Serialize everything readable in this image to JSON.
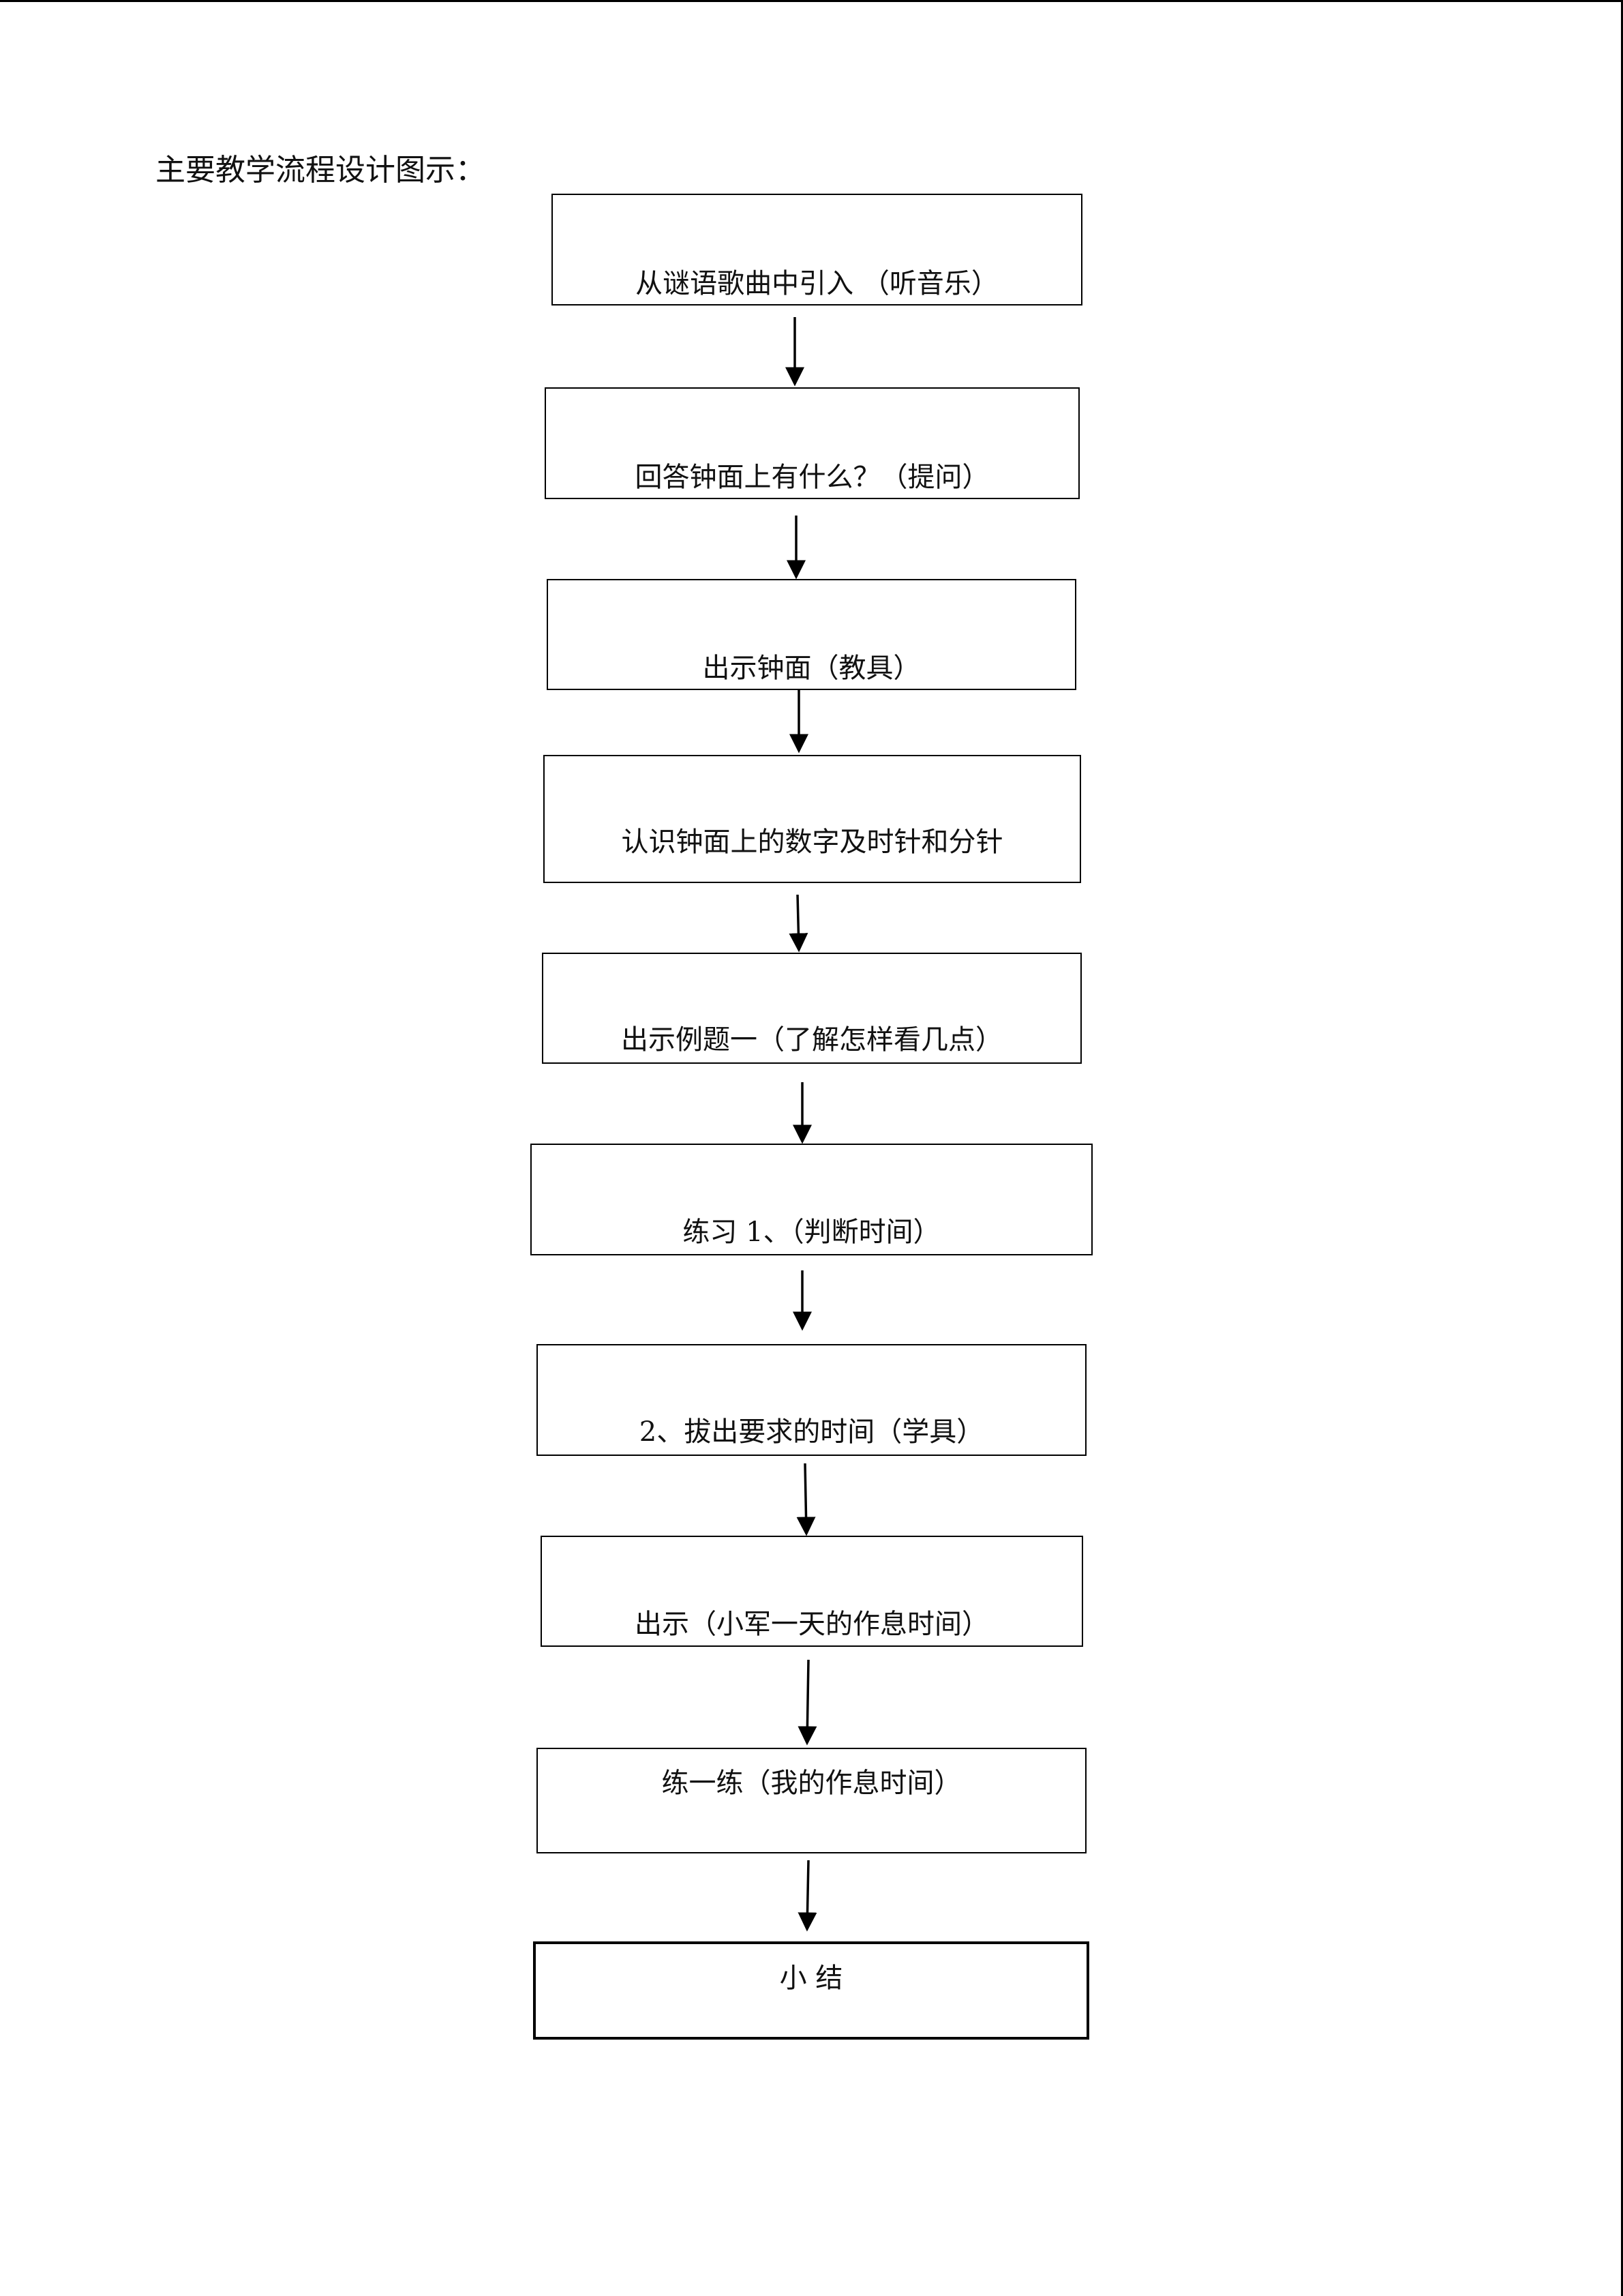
{
  "heading": "主要教学流程设计图示：",
  "steps": [
    {
      "label": "从谜语歌曲中引入 （听音乐）"
    },
    {
      "label": "回答钟面上有什么？（提问）"
    },
    {
      "label": "出示钟面（教具）"
    },
    {
      "label": "认识钟面上的数字及时针和分针"
    },
    {
      "label": "出示例题一（了解怎样看几点）"
    },
    {
      "label": "练习 1、（判断时间）"
    },
    {
      "label": "2、拔出要求的时间（学具）"
    },
    {
      "label": "出示（小军一天的作息时间）"
    },
    {
      "label": "练一练（我的作息时间）"
    },
    {
      "label": "小 结"
    }
  ]
}
